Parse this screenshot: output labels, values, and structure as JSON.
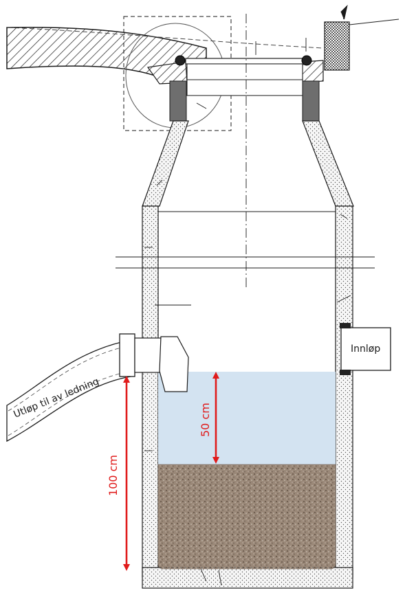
{
  "labels": {
    "inlet": "Innløp",
    "outlet": "Utløp til av ledning",
    "water_depth": "50 cm",
    "outlet_height": "100 cm"
  },
  "colors": {
    "water": "#d3e3f1",
    "sediment": "#9a8878",
    "concrete": "#f4f4f4",
    "gasket": "#6e6e6e",
    "dimension": "#e01b1b",
    "line": "#1a1a1a"
  }
}
